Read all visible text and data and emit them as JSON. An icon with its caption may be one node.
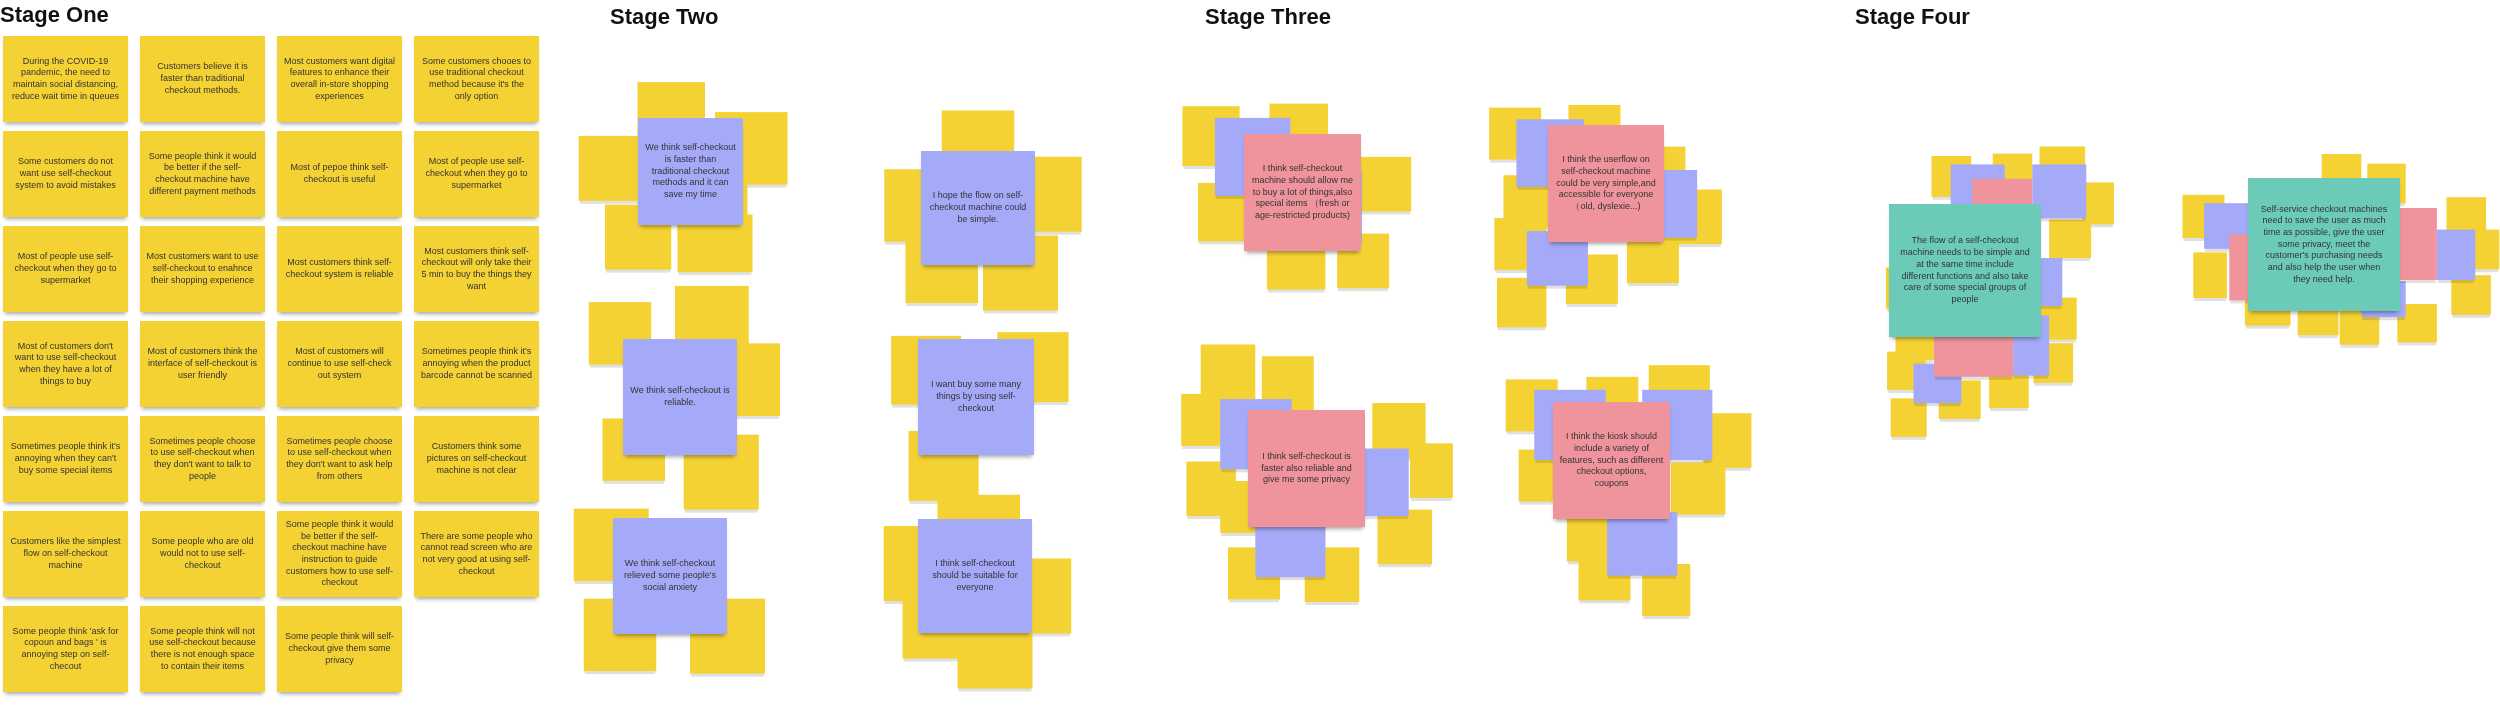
{
  "diagram": {
    "nodes": [
      {
        "text": [
          "During the COVID-19 pandemic, the need to maintain social distancing, reduce wait time in queues"
        ]
      },
      {
        "text": [
          "Customers believe it is faster than traditional checkout methods."
        ]
      },
      {
        "text": [
          "Most customers want digital features to enhance their overall in-store shopping experiences"
        ]
      },
      {
        "text": [
          "Some customers chooes to use traditional checkout method because it's the only option"
        ]
      },
      {
        "text": [
          "Some customers do not want use self-checkout system to avoid mistakes"
        ]
      },
      {
        "text": [
          "Some people think it would be better if the self-checkout machine have different payment methods"
        ]
      },
      {
        "text": [
          "Most of pepoe think self-checkout is useful"
        ]
      },
      {
        "text": [
          "Most of people use self-checkout when they go to supermarket"
        ]
      },
      {
        "text": [
          "Most of people use self-checkout when they go to supermarket"
        ]
      },
      {
        "text": [
          "Most customers want to use self-checkout to enahnce their shopping experience"
        ]
      },
      {
        "text": [
          "Most customers think self-checkout system is reliable"
        ]
      },
      {
        "text": [
          "Most customers think self-checkout will only take their 5 min to buy the things they want"
        ]
      },
      {
        "text": [
          "Most of customers don't want to use self-checkout when they have a lot of things to buy"
        ]
      },
      {
        "text": [
          "Most of customers think the interface of self-checkout is user friendly"
        ]
      },
      {
        "text": [
          "Most of customers will continue to use self-check out system"
        ]
      },
      {
        "text": [
          "Sometimes people think it's annoying when the product barcode cannot be scanned"
        ]
      },
      {
        "text": [
          "Sometimes people think it's annoying when they can't buy some special items"
        ]
      },
      {
        "text": [
          "Sometimes people choose to use self-checkout when they don't want to talk to people"
        ]
      },
      {
        "text": [
          "Sometimes people choose to use self-checkout when they don't want to ask help from others"
        ]
      },
      {
        "text": [
          "Customers think some pictures on self-checkout machine is not clear"
        ]
      },
      {
        "text": [
          "Customers like the simplest flow on self-checkout machine"
        ]
      },
      {
        "text": [
          "Some people who are old would not to use self-checkout"
        ]
      },
      {
        "text": [
          "Some people think it would be better if the self-checkout machine have instruction to guide customers how to use self-checkout"
        ]
      },
      {
        "text": [
          "There are some people who cannot read screen who are not very good at using self-checkout"
        ]
      },
      {
        "text": [
          "Some people think 'ask for copoun and bags ' is annoying step on self-checout"
        ]
      },
      {
        "text": [
          "Some people think will not use self-checkout because there is not enough space to contain their items"
        ]
      },
      {
        "text": [
          "Some people think will self-checkout give them some privacy"
        ]
      },
      {
        "text": [
          "We think self-checkout is faster than traditional checkout methods and it can save my time"
        ]
      },
      {
        "text": [
          "I hope the flow on self-checkout machine could be simple."
        ]
      },
      {
        "text": [
          "We think self-checkout is reliable."
        ]
      },
      {
        "text": [
          "I want buy some many things by using self-checkout"
        ]
      },
      {
        "text": [
          "We think self-checkout relieved some people's social anxiety"
        ]
      },
      {
        "text": [
          "I think self-checkout should be suitable for everyone"
        ]
      },
      {
        "text": [
          "I think self-checkout machine should allow me to buy a lot of things,also special items （fresh  or age-restricted products)"
        ]
      },
      {
        "text": [
          "I think the userflow on self-checkout machine could be very simple,and accessible for everyone （old, dyslexie...)"
        ]
      },
      {
        "text": [
          "I think self-checkout is faster also reliable and give me some privacy"
        ]
      },
      {
        "text": [
          "I think the kiosk should include a variety of features, such as different checkout options, coupons"
        ]
      },
      {
        "text": [
          "The flow of a self-checkout machine needs to be simple and at the same time include different functions and also take care of some special groups of people"
        ]
      },
      {
        "text": [
          "Self-service checkout machines need to save the user as much time as possible, give the user some privacy, meet the customer's purchasing needs and also help the user when they need help."
        ]
      }
    ],
    "labels": [
      "Stage One",
      "Stage Two",
      "Stage Three",
      "Stage Four"
    ]
  }
}
